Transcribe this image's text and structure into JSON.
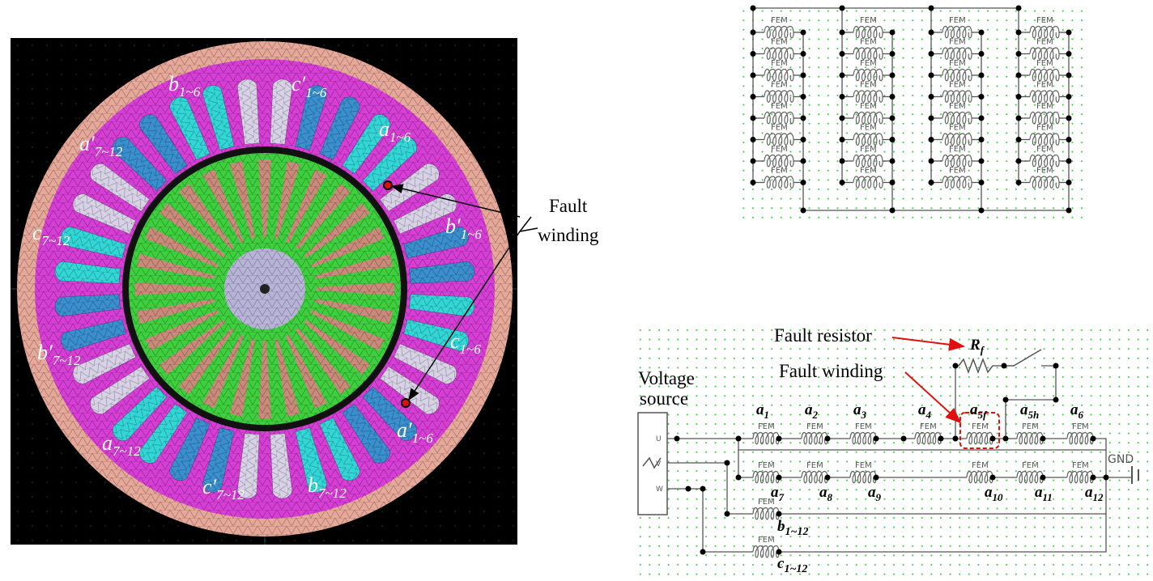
{
  "motor": {
    "labels": {
      "b_1_6": "b",
      "b_1_6_sub": "1~6",
      "c_prime_1_6": "c′",
      "c_prime_1_6_sub": "1~6",
      "a_1_6": "a",
      "a_1_6_sub": "1~6",
      "a_prime_7_12": "a′",
      "a_prime_7_12_sub": "7~12",
      "b_prime_1_6": "b′",
      "b_prime_1_6_sub": "1~6",
      "c_7_12": "c",
      "c_7_12_sub": "7~12",
      "b_prime_7_12": "b′",
      "b_prime_7_12_sub": "7~12",
      "c_1_6": "c",
      "c_1_6_sub": "1~6",
      "a_prime_1_6": "a′",
      "a_prime_1_6_sub": "1~6",
      "a_7_12": "a",
      "a_7_12_sub": "7~12",
      "c_prime_7_12": "c′",
      "c_prime_7_12_sub": "7~12",
      "b_7_12": "b",
      "b_7_12_sub": "7~12"
    },
    "callout_line1": "Fault",
    "callout_line2": "winding",
    "colors": {
      "background": "#000000",
      "stator_yoke_edge": "#e6a898",
      "stator_core": "#d63ed6",
      "phase_a": "#3a8fcf",
      "phase_b": "#33d6d6",
      "phase_c": "#d8d2e6",
      "rotor": "#3ecf3e",
      "rotor_bars": "#c98a7a",
      "shaft": "#b8b4d8",
      "fault_marker": "#e01010"
    }
  },
  "top_circuit": {
    "block_label": "FEM",
    "columns": 4,
    "coils_per_column": 8
  },
  "bottom_circuit": {
    "source_line1": "Voltage",
    "source_line2": "source",
    "terminal_u": "U",
    "terminal_v": "V",
    "terminal_w": "W",
    "fem_label": "FEM",
    "gnd_label": "GND",
    "fault_resistor_label": "Fault resistor",
    "fault_winding_label": "Fault winding",
    "rf_label": "R",
    "rf_sub": "f",
    "row1": [
      {
        "name": "a",
        "sub": "1"
      },
      {
        "name": "a",
        "sub": "2"
      },
      {
        "name": "a",
        "sub": "3"
      },
      {
        "name": "a",
        "sub": "4"
      },
      {
        "name": "a",
        "sub": "5f"
      },
      {
        "name": "a",
        "sub": "5h"
      },
      {
        "name": "a",
        "sub": "6"
      }
    ],
    "row2": [
      {
        "name": "a",
        "sub": "7"
      },
      {
        "name": "a",
        "sub": "8"
      },
      {
        "name": "a",
        "sub": "9"
      },
      {
        "name": "a",
        "sub": "10"
      },
      {
        "name": "a",
        "sub": "11"
      },
      {
        "name": "a",
        "sub": "12"
      }
    ],
    "b_label": "b",
    "b_sub": "1~12",
    "c_label": "c",
    "c_sub": "1~12",
    "colors": {
      "grid_dot": "#33cc33",
      "arrow": "#e01010",
      "wire": "#555555"
    }
  }
}
